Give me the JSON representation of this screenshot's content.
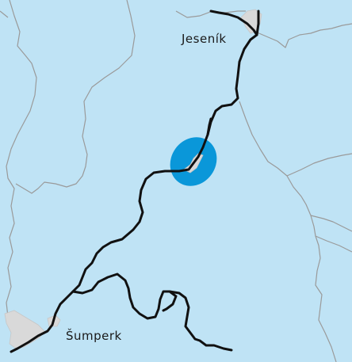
{
  "map": {
    "colors": {
      "background": "#bfe3f5",
      "border_line": "#9a9a9a",
      "road": "#111111",
      "town_area": "#d9d9d9",
      "highlight_marker": "#0a97d9"
    },
    "towns": {
      "jesenik": {
        "label": "Jeseník"
      },
      "sumperk": {
        "label": "Šumperk"
      }
    },
    "highlight_marker": {
      "icon": "blue-ellipse-marker"
    }
  }
}
